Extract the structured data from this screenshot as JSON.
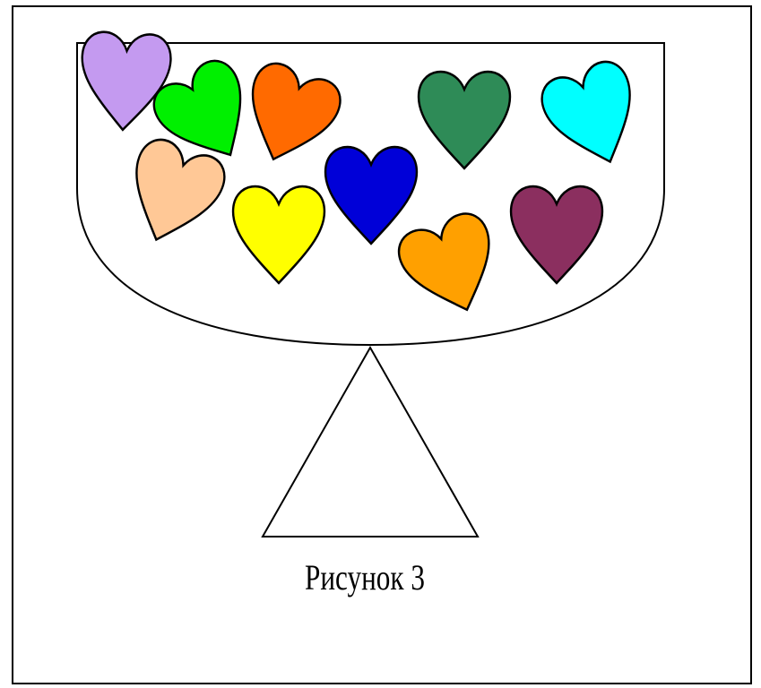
{
  "caption": "Рисунок 3",
  "colors": {
    "frame": "#000000",
    "background": "#ffffff",
    "outline": "#000000"
  },
  "hearts": [
    {
      "name": "lavender",
      "fill": "#c49af0"
    },
    {
      "name": "green",
      "fill": "#00f000"
    },
    {
      "name": "orange-red",
      "fill": "#ff6a00"
    },
    {
      "name": "peach",
      "fill": "#ffc896"
    },
    {
      "name": "yellow",
      "fill": "#ffff00"
    },
    {
      "name": "blue",
      "fill": "#0000d8"
    },
    {
      "name": "sea-green",
      "fill": "#2e8b57"
    },
    {
      "name": "orange",
      "fill": "#ffa000"
    },
    {
      "name": "plum",
      "fill": "#8b2f5f"
    },
    {
      "name": "cyan",
      "fill": "#00ffff"
    }
  ]
}
